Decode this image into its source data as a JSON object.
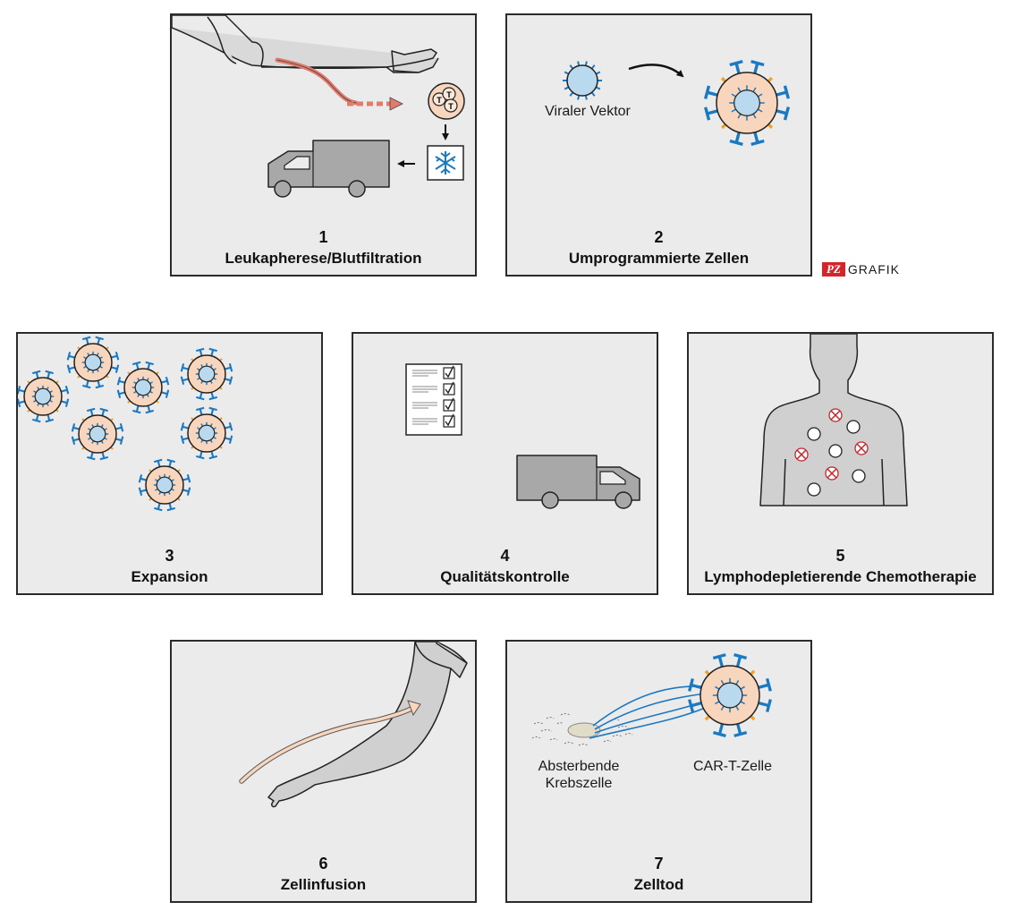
{
  "brand": {
    "badge": "PZ",
    "label": "GRAFIK",
    "badge_color": "#d6242a"
  },
  "colors": {
    "cell_fill": "#f8d6bd",
    "receptor_blue": "#1b79c2",
    "receptor_orange": "#f0a126",
    "vector_fill": "#b9d9ee",
    "panel_bg": "#ebebeb",
    "blood_red": "#e27b6c"
  },
  "steps": [
    {
      "number": "1",
      "title": "Leukapherese/Blutfiltration",
      "cell_letters": [
        "T",
        "T",
        "T"
      ],
      "icons": [
        "arm-icon",
        "blood-arrow-icon",
        "t-cells-icon",
        "snowflake-icon",
        "delivery-van-icon"
      ]
    },
    {
      "number": "2",
      "title": "Umprogrammierte Zellen",
      "label": "Viraler Vektor",
      "icons": [
        "viral-vector-icon",
        "curved-arrow-icon",
        "car-t-cell-icon"
      ]
    },
    {
      "number": "3",
      "title": "Expansion",
      "icons": [
        "car-t-cell-icon"
      ]
    },
    {
      "number": "4",
      "title": "Qualitätskontrolle",
      "icons": [
        "checklist-icon",
        "delivery-van-icon"
      ]
    },
    {
      "number": "5",
      "title": "Lymphodepletierende Chemotherapie",
      "icons": [
        "torso-icon",
        "lymphocyte-icon",
        "destroyed-cell-icon"
      ]
    },
    {
      "number": "6",
      "title": "Zellinfusion",
      "icons": [
        "arm-icon",
        "infusion-arrow-icon"
      ]
    },
    {
      "number": "7",
      "title": "Zelltod",
      "labels": [
        "Absterbende\nKrebszelle",
        "CAR-T-Zelle"
      ],
      "icons": [
        "dying-cancer-cell-icon",
        "car-t-cell-icon"
      ]
    }
  ]
}
